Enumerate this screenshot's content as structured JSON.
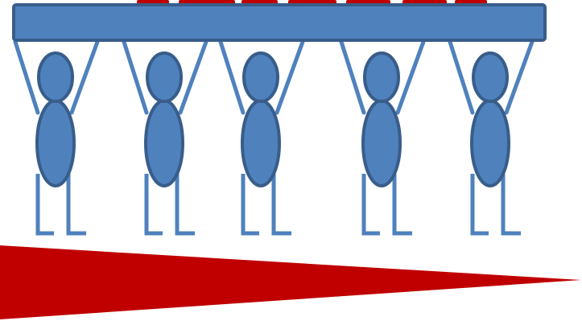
{
  "colors": {
    "background": "#ffffff",
    "figure_fill": "#4f81bd",
    "figure_stroke": "#385d8a",
    "beam_fill": "#4f81bd",
    "beam_stroke": "#385d8a",
    "wedge_fill": "#c00000",
    "cut_off_text": "#c00000"
  },
  "scene": {
    "figure_count": 5,
    "figures": [
      {
        "name": "figure-1",
        "pose": "arms-raised"
      },
      {
        "name": "figure-2",
        "pose": "arms-raised"
      },
      {
        "name": "figure-3",
        "pose": "arms-raised"
      },
      {
        "name": "figure-4",
        "pose": "arms-raised"
      },
      {
        "name": "figure-5",
        "pose": "arms-raised"
      }
    ],
    "beam": {
      "shape": "rounded-bar",
      "held_overhead": true
    },
    "wedge": {
      "shape": "triangle",
      "direction": "pointing-right"
    },
    "cut_off_text_present": true
  }
}
